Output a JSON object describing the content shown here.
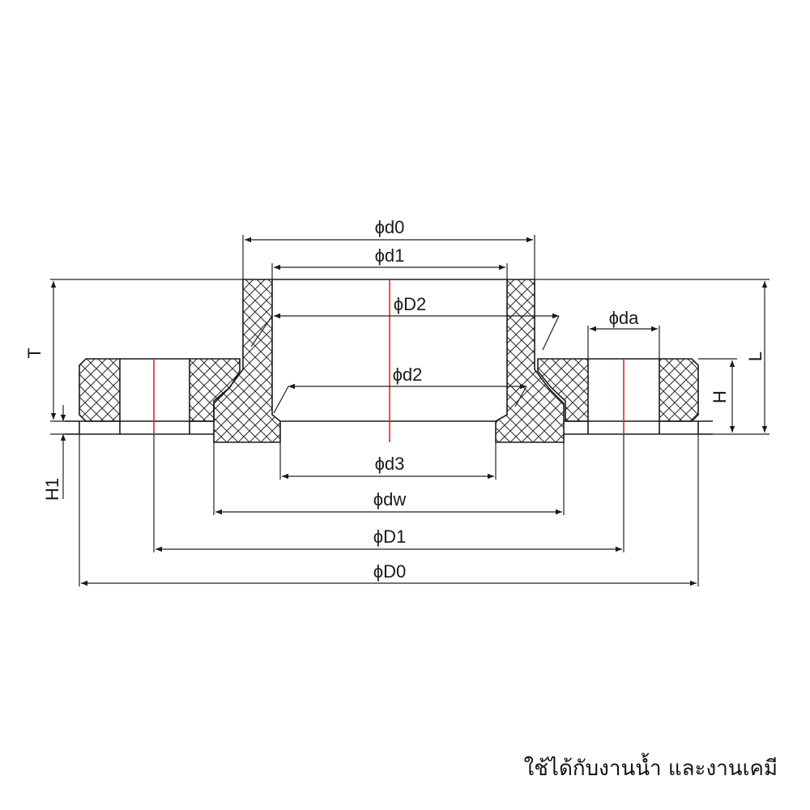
{
  "labels": {
    "d0": "ϕd0",
    "d1": "ϕd1",
    "D2": "ϕD2",
    "d2": "ϕd2",
    "da": "ϕda",
    "d3": "ϕd3",
    "dw": "ϕdw",
    "D1": "ϕD1",
    "D0": "ϕD0",
    "T": "T",
    "L": "L",
    "H": "H",
    "H1": "H1"
  },
  "caption": "ใช้ได้กับงานน้ำ และงานเคมี",
  "colors": {
    "line": "#1a1a1a",
    "axis": "#e0262b"
  }
}
